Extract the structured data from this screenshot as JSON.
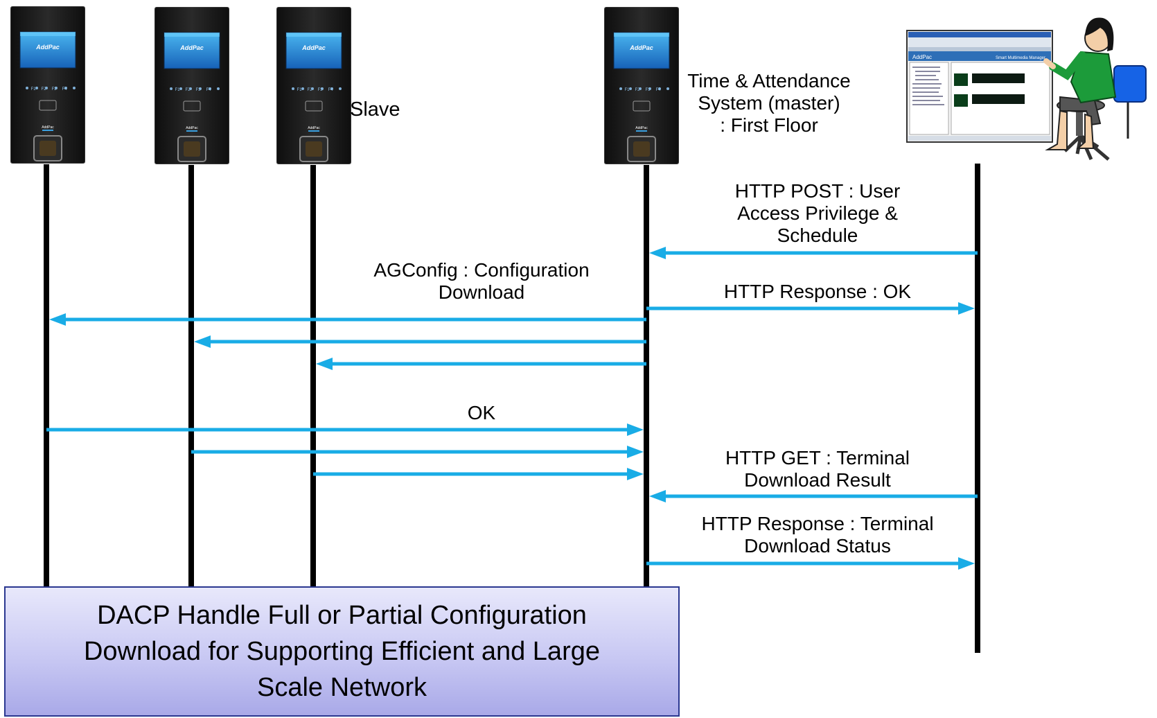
{
  "terminals": [
    {
      "id": "terminal-1",
      "screen_brand": "AddPac",
      "keys": [
        "F1",
        "F2",
        "F3",
        "F4"
      ],
      "base_brand": "AddPac"
    },
    {
      "id": "terminal-2",
      "screen_brand": "AddPac",
      "keys": [
        "F1",
        "F2",
        "F3",
        "F4"
      ],
      "base_brand": "AddPac"
    },
    {
      "id": "terminal-3",
      "screen_brand": "AddPac",
      "keys": [
        "F1",
        "F2",
        "F3",
        "F4"
      ],
      "base_brand": "AddPac"
    },
    {
      "id": "terminal-master",
      "screen_brand": "AddPac",
      "keys": [
        "F1",
        "F2",
        "F3",
        "F4"
      ],
      "base_brand": "AddPac"
    }
  ],
  "labels": {
    "slave": "Slave",
    "master": [
      "Time & Attendance",
      "System (master)",
      ": First Floor"
    ]
  },
  "server": {
    "app_brand": "AddPac",
    "app_title": "Smart Multimedia Manager"
  },
  "messages": [
    {
      "id": "http-post",
      "from": "server",
      "to": "master",
      "lines": [
        "HTTP POST : User",
        "Access Privilege &",
        "Schedule"
      ]
    },
    {
      "id": "http-response-ok",
      "from": "master",
      "to": "server",
      "lines": [
        "HTTP Response : OK"
      ]
    },
    {
      "id": "agconfig-download",
      "from": "master",
      "to": "slaves",
      "lines": [
        "AGConfig : Configuration",
        "Download"
      ]
    },
    {
      "id": "slave-ok",
      "from": "slaves",
      "to": "master",
      "lines": [
        "OK"
      ]
    },
    {
      "id": "http-get",
      "from": "server",
      "to": "master",
      "lines": [
        "HTTP GET : Terminal",
        "Download Result"
      ]
    },
    {
      "id": "http-response-status",
      "from": "master",
      "to": "server",
      "lines": [
        "HTTP Response : Terminal",
        "Download Status"
      ]
    }
  ],
  "caption": [
    "DACP Handle Full or Partial Configuration",
    "Download for Supporting Efficient and Large",
    "Scale Network"
  ],
  "colors": {
    "arrow": "#19ace6",
    "lifeline": "#000000",
    "terminal_body": "#1c1c1c",
    "screen": "#2a8fd6",
    "caption_border": "#2a3790"
  }
}
